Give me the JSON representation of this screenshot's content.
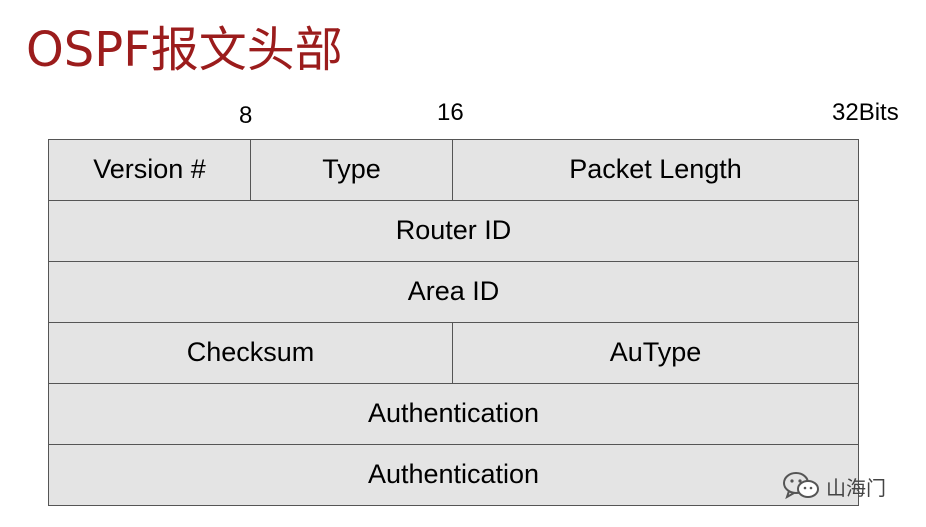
{
  "title": "OSPF报文头部",
  "bit_markers": {
    "b8": "8",
    "b16": "16",
    "b32": "32Bits"
  },
  "rows": [
    [
      {
        "label": "Version #",
        "span": 1
      },
      {
        "label": "Type",
        "span": 1
      },
      {
        "label": "Packet Length",
        "span": 2
      }
    ],
    [
      {
        "label": "Router ID",
        "span": 4
      }
    ],
    [
      {
        "label": "Area ID",
        "span": 4
      }
    ],
    [
      {
        "label": "Checksum",
        "span": 2
      },
      {
        "label": "AuType",
        "span": 2
      }
    ],
    [
      {
        "label": "Authentication",
        "span": 4
      }
    ],
    [
      {
        "label": "Authentication",
        "span": 4
      }
    ]
  ],
  "watermark": {
    "text": "山海门",
    "icon": "wechat-icon"
  }
}
